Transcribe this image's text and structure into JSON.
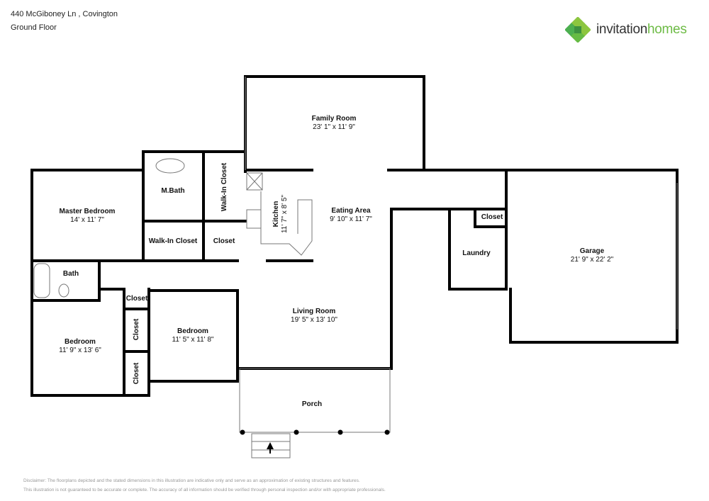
{
  "header": {
    "address": "440 McGiboney Ln , Covington",
    "floor": "Ground Floor"
  },
  "logo": {
    "word1": "invitation",
    "word2": "homes",
    "colors": {
      "dark": "#333333",
      "green": "#6dbb45",
      "leaf": "#4caf50"
    }
  },
  "rooms": {
    "family_room": {
      "name": "Family Room",
      "dims": "23' 1\" x 11' 9\""
    },
    "master_bedroom": {
      "name": "Master Bedroom",
      "dims": "14' x 11' 7\""
    },
    "m_bath": {
      "name": "M.Bath"
    },
    "walk_in_closet_1": {
      "name": "Walk-In Closet"
    },
    "walk_in_closet_2": {
      "name": "Walk-In Closet"
    },
    "closet_master": {
      "name": "Closet"
    },
    "kitchen": {
      "name": "Kitchen",
      "dims": "11' 7\" x 8' 5\""
    },
    "eating_area": {
      "name": "Eating Area",
      "dims": "9' 10\" x 11' 7\""
    },
    "closet_laundry": {
      "name": "Closet"
    },
    "laundry": {
      "name": "Laundry"
    },
    "garage": {
      "name": "Garage",
      "dims": "21' 9\" x 22' 2\""
    },
    "bath": {
      "name": "Bath"
    },
    "closet_hall": {
      "name": "Closet"
    },
    "closet_bed2a": {
      "name": "Closet"
    },
    "closet_bed2b": {
      "name": "Closet"
    },
    "bedroom_1": {
      "name": "Bedroom",
      "dims": "11' 9\" x 13' 6\""
    },
    "bedroom_2": {
      "name": "Bedroom",
      "dims": "11' 5\" x 11' 8\""
    },
    "living_room": {
      "name": "Living Room",
      "dims": "19' 5\" x 13' 10\""
    },
    "porch": {
      "name": "Porch"
    }
  },
  "disclaimer": {
    "line1": "Disclaimer: The floorplans depicted and the stated dimensions in this illustration are indicative only and serve as an approximation of existing structures and features.",
    "line2": "This illustration is not guaranteed to be accurate or complete. The accuracy of all information should be verified through personal inspection and/or with appropriate professionals."
  }
}
